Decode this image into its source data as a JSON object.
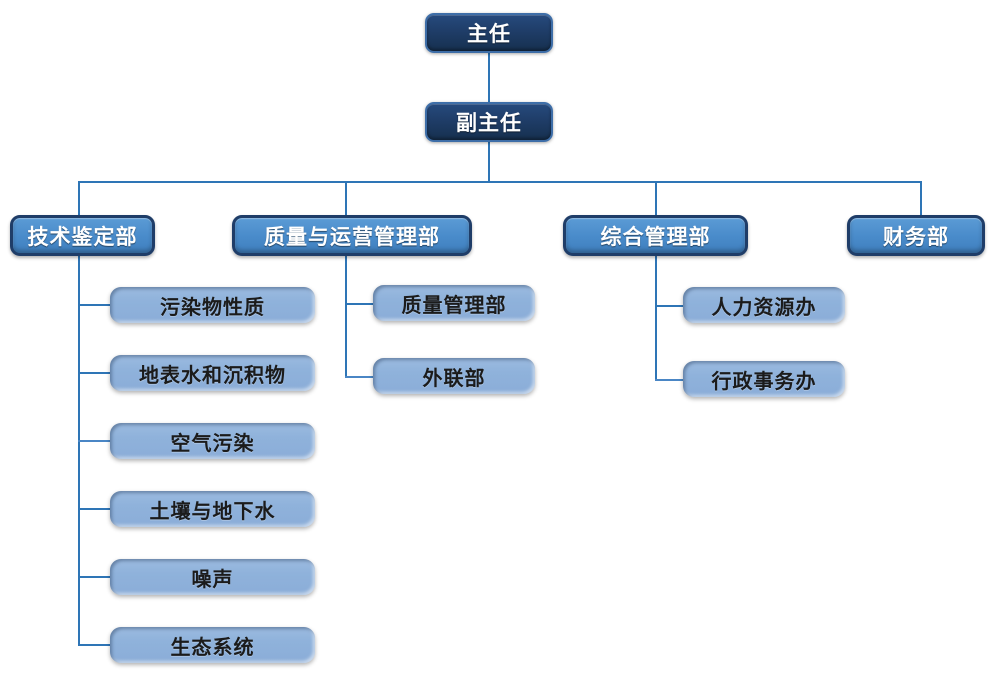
{
  "chart": {
    "title": "",
    "type": "organization-chart",
    "levels": {
      "top": [
        "director",
        "deputy-director"
      ],
      "departments": [
        "technical-appraisal",
        "quality-operations",
        "general-management",
        "finance"
      ],
      "sub_units": "listed under each department"
    }
  },
  "nodes": {
    "director": {
      "label": "主任"
    },
    "deputy_director": {
      "label": "副主任"
    },
    "technical_appraisal": {
      "label": "技术鉴定部"
    },
    "quality_operations": {
      "label": "质量与运营管理部"
    },
    "general_management": {
      "label": "综合管理部"
    },
    "finance": {
      "label": "财务部"
    }
  },
  "technical_appraisal_children": [
    {
      "label": "污染物性质"
    },
    {
      "label": "地表水和沉积物"
    },
    {
      "label": "空气污染"
    },
    {
      "label": "土壤与地下水"
    },
    {
      "label": "噪声"
    },
    {
      "label": "生态系统"
    }
  ],
  "quality_operations_children": [
    {
      "label": "质量管理部"
    },
    {
      "label": "外联部"
    }
  ],
  "general_management_children": [
    {
      "label": "人力资源办"
    },
    {
      "label": "行政事务办"
    }
  ],
  "finance_children": [],
  "colors": {
    "top_box_fill": "#1F3D68",
    "top_box_border": "#3E6EA8",
    "dept_box_fill": "#4A8CCB",
    "dept_box_border": "#1F3D68",
    "sub_box_fill": "#8FB2DB",
    "connector_line": "#2E75B6",
    "top_text": "#FFFFFF",
    "dept_text": "#FFFFFF",
    "sub_text": "#1B1B1B",
    "background": "#FFFFFF"
  }
}
